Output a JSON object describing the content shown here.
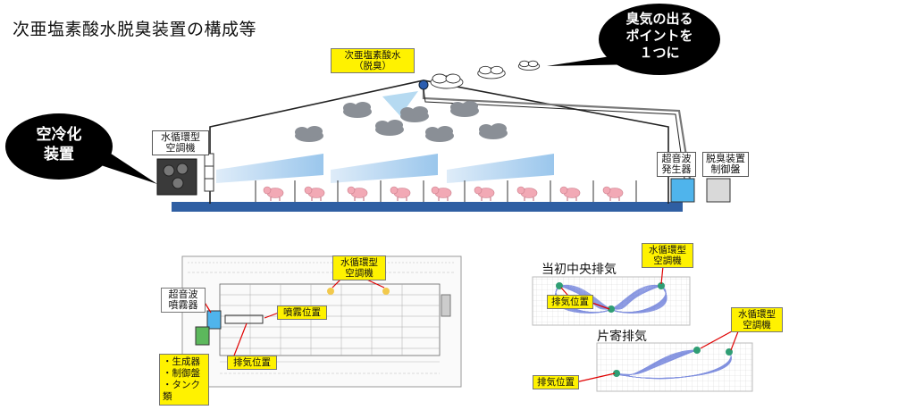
{
  "title": "次亜塩素酸水脱臭装置の構成等",
  "bubbles": {
    "odor_point": "臭気の出る\nポイントを\n１つに",
    "air_cooling": "空冷化\n装置"
  },
  "top_labels": {
    "sprayer": "次亜塩素酸水\n（脱臭）",
    "water_ac": "水循環型\n空調機",
    "ultrasonic_gen": "超音波\n発生器",
    "control_panel": "脱臭装置\n制御盤"
  },
  "floorplan_labels": {
    "water_ac": "水循環型\n空調機",
    "ultrasonic_sprayer": "超音波\n噴霧器",
    "spray_position": "噴霧位置",
    "exhaust_position": "排気位置",
    "equipment_list": "・生成器\n・制御盤\n・タンク類"
  },
  "simulation": {
    "central_title": "当初中央排気",
    "side_title": "片寄排気",
    "water_ac_1": "水循環型\n空調機",
    "water_ac_2": "水循環型\n空調機",
    "exhaust_1": "排気位置",
    "exhaust_2": "排気位置"
  },
  "colors": {
    "floor": "#2f5fa3",
    "bubble": "#000000",
    "label_yellow": "#fff200",
    "ultrasonic": "#4fb4ec",
    "generator": "#5cb85c",
    "cloud": "#8a8f96",
    "pig": "#f2a9b5",
    "mist": "#9ec9ec"
  }
}
